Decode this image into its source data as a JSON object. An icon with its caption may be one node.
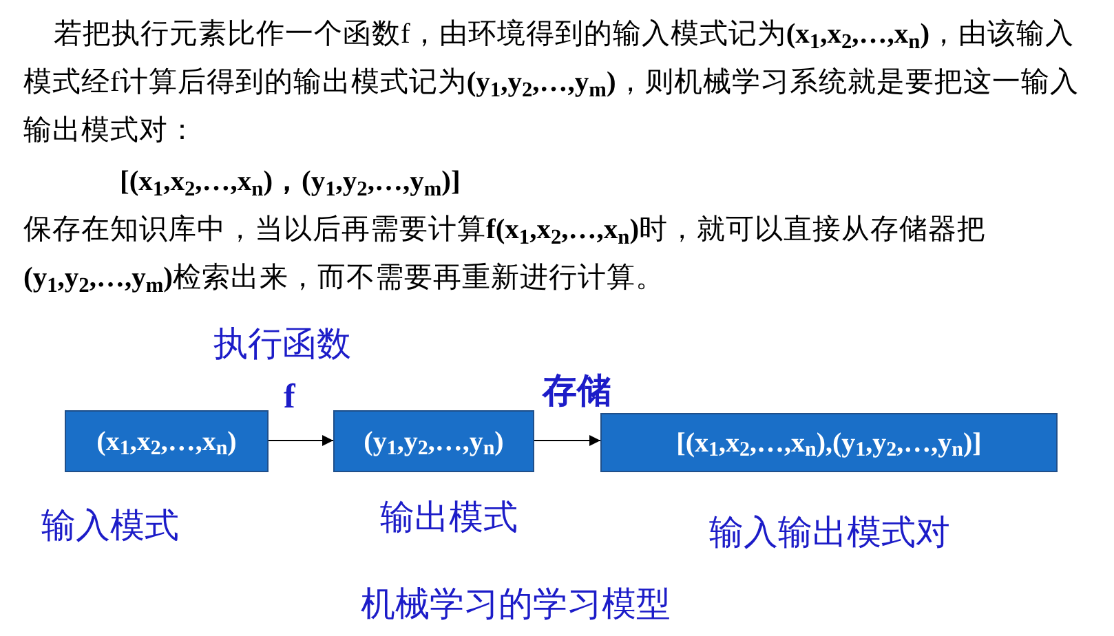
{
  "diagram": {
    "caption": "机械学习的学习模型",
    "nodes": [
      {
        "text": [
          "(x$_{1}$,x$_{2}$,…,x$_{n}$)"
        ],
        "beside": [
          "输入模式"
        ]
      },
      {
        "text": [
          "(y$_{1}$,y$_{2}$,…,y$_{n}$)"
        ],
        "beside": [
          "输出模式"
        ]
      },
      {
        "text": [
          "[(x$_{1}$,x$_{2}$,…,x$_{n}$),(y$_{1}$,y$_{2}$,…,y$_{n}$)]"
        ],
        "beside": [
          "输入输出模式对"
        ]
      }
    ],
    "edges": [
      {
        "from": 0,
        "to": 1,
        "arrow": "to",
        "label": "f"
      },
      {
        "from": 1,
        "to": 2,
        "arrow": "to",
        "label": "存储"
      }
    ],
    "labels": [
      "若把执行元素比作一个函数f，由环境得到的输入模式记为**(x$_{1}$,x$_{2}$,…,x$_{n}$)**，由该输入模式经f计算后得到的输出模式记为**(y$_{1}$,y$_{2}$,…,y$_{m}$)**，则机械学习系统就是要把这一输入输出模式对：",
      "[(x$_{1}$,x$_{2}$,…,x$_{n}$)，(y$_{1}$,y$_{2}$,…,y$_{m}$)]",
      "保存在知识库中，当以后再需要计算**f(x$_{1}$,x$_{2}$,…,x$_{n}$)**时，就可以直接从存储器把**(y$_{1}$,y$_{2}$,…,y$_{m}$)**检索出来，而不需要再重新进行计算。",
      "执行函数"
    ]
  }
}
